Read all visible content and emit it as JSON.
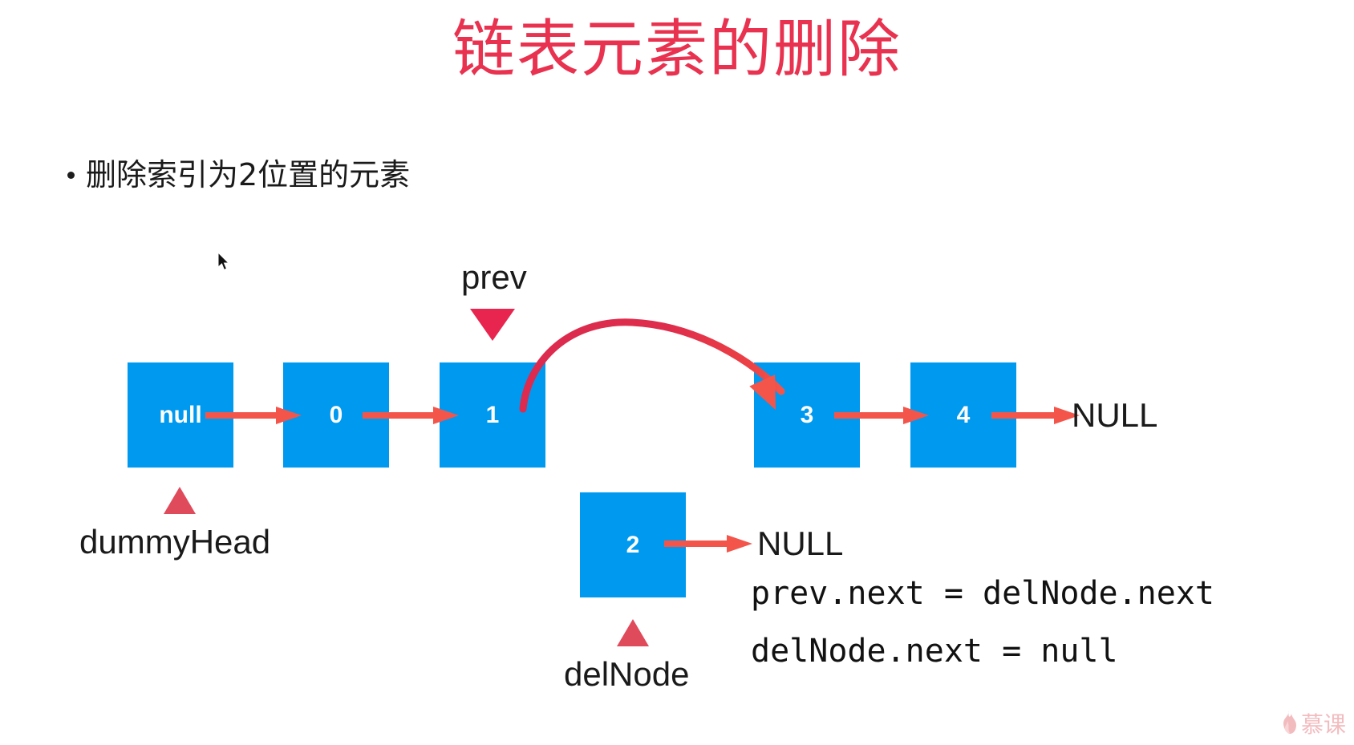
{
  "slide": {
    "title": "链表元素的删除",
    "bullet": "删除索引为2位置的元素",
    "title_color": "#E8324F",
    "node_color": "#0099F0",
    "arrow_color": "#F4554A",
    "curve_color": "#DC2B4E",
    "triangle_down_color": "#E8254E",
    "triangle_up_color": "#E04B5C"
  },
  "linked_list": {
    "nodes": [
      {
        "id": "null",
        "value": "null",
        "kind": "dummy"
      },
      {
        "id": "0",
        "value": "0",
        "kind": "data"
      },
      {
        "id": "1",
        "value": "1",
        "kind": "data"
      },
      {
        "id": "3",
        "value": "3",
        "kind": "data"
      },
      {
        "id": "4",
        "value": "4",
        "kind": "data"
      }
    ],
    "detached_node": {
      "id": "2",
      "value": "2",
      "kind": "deleted"
    },
    "tail_label": "NULL",
    "detached_tail_label": "NULL"
  },
  "pointers": {
    "prev": "prev",
    "dummy_head": "dummyHead",
    "del_node": "delNode"
  },
  "code_lines": [
    "prev.next = delNode.next",
    "delNode.next = null"
  ],
  "watermark": {
    "text": "慕课",
    "icon": "flame-icon"
  }
}
